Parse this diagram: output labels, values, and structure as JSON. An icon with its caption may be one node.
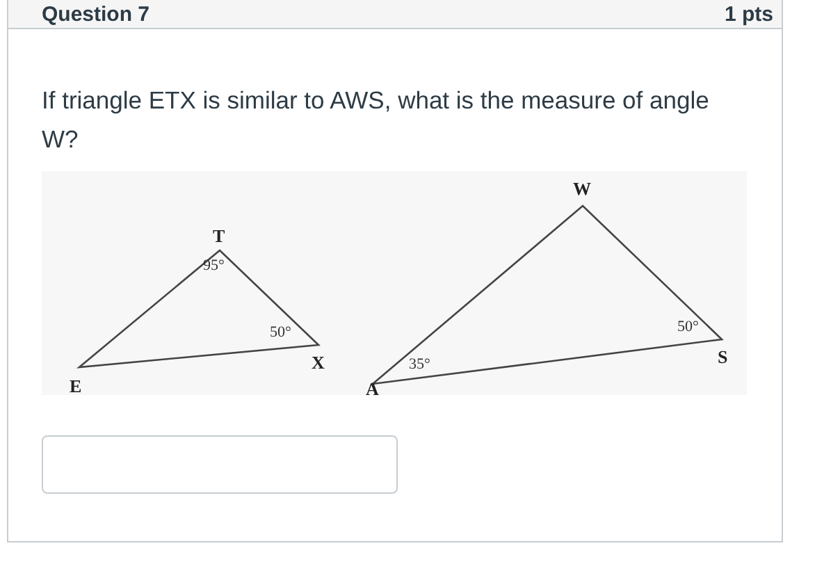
{
  "diagram": {
    "labels": [
      "Question 7",
      "1 pts",
      "If triangle ETX is similar to AWS, what is the measure of angle W?",
      "T",
      "95°",
      "50°",
      "E",
      "X",
      "W",
      "50°",
      "S",
      "35°",
      "A"
    ]
  }
}
